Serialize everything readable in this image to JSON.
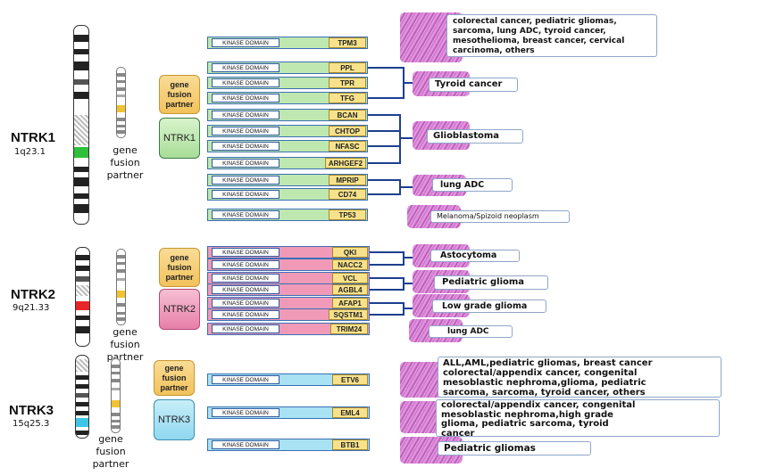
{
  "common": {
    "kinase_label": "KINASE DOMAIN",
    "partner_box_label": "gene fusion partner",
    "gfp_label_line1": "gene fusion",
    "gfp_label_line2": "partner"
  },
  "genes": [
    {
      "name": "NTRK1",
      "locus": "1q23.1",
      "ntrk_box": "NTRK1",
      "color": "#bfe8b0",
      "accent": "#2fbf3a"
    },
    {
      "name": "NTRK2",
      "locus": "9q21.33",
      "ntrk_box": "NTRK2",
      "color": "#f09ab8",
      "accent": "#e8262a"
    },
    {
      "name": "NTRK3",
      "locus": "15q25.3",
      "ntrk_box": "NTRK3",
      "color": "#a9e2f3",
      "accent": "#3ec6e6"
    }
  ],
  "fusions": [
    "TPM3",
    "PPL",
    "TPR",
    "TFG",
    "BCAN",
    "CHTOP",
    "NFASC",
    "ARHGEF2",
    "MPRIP",
    "CD74",
    "TP53",
    "QKI",
    "NACC2",
    "VCL",
    "AGBL4",
    "AFAP1",
    "SQSTM1",
    "TRIM24",
    "ETV6",
    "EML4",
    "BTB1"
  ],
  "cancers": [
    {
      "lines": [
        "colorectal cancer, pediatric gliomas,",
        "sarcoma, lung ADC, tyroid cancer,",
        "mesothelioma, breast cancer, cervical",
        "carcinoma, others"
      ]
    },
    {
      "lines": [
        "Tyroid cancer"
      ]
    },
    {
      "lines": [
        "Glioblastoma"
      ]
    },
    {
      "lines": [
        "lung ADC"
      ]
    },
    {
      "lines": [
        "Melanoma/Spizoid neoplasm"
      ]
    },
    {
      "lines": [
        "Astocytoma"
      ]
    },
    {
      "lines": [
        "Pediatric glioma"
      ]
    },
    {
      "lines": [
        "Low grade glioma"
      ]
    },
    {
      "lines": [
        "lung ADC"
      ]
    },
    {
      "lines": [
        "ALL,AML,pediatric gliomas, breast cancer",
        "colorectal/appendix cancer, congenital",
        "mesoblastic nephroma,glioma,  pediatric",
        "sarcoma, sarcoma, tyroid cancer, others"
      ]
    },
    {
      "lines": [
        "colorectal/appendix cancer, congenital",
        "mesoblastic nephroma,high grade",
        "glioma,  pediatric sarcoma, tyroid",
        "cancer"
      ]
    },
    {
      "lines": [
        "Pediatric gliomas"
      ]
    }
  ]
}
